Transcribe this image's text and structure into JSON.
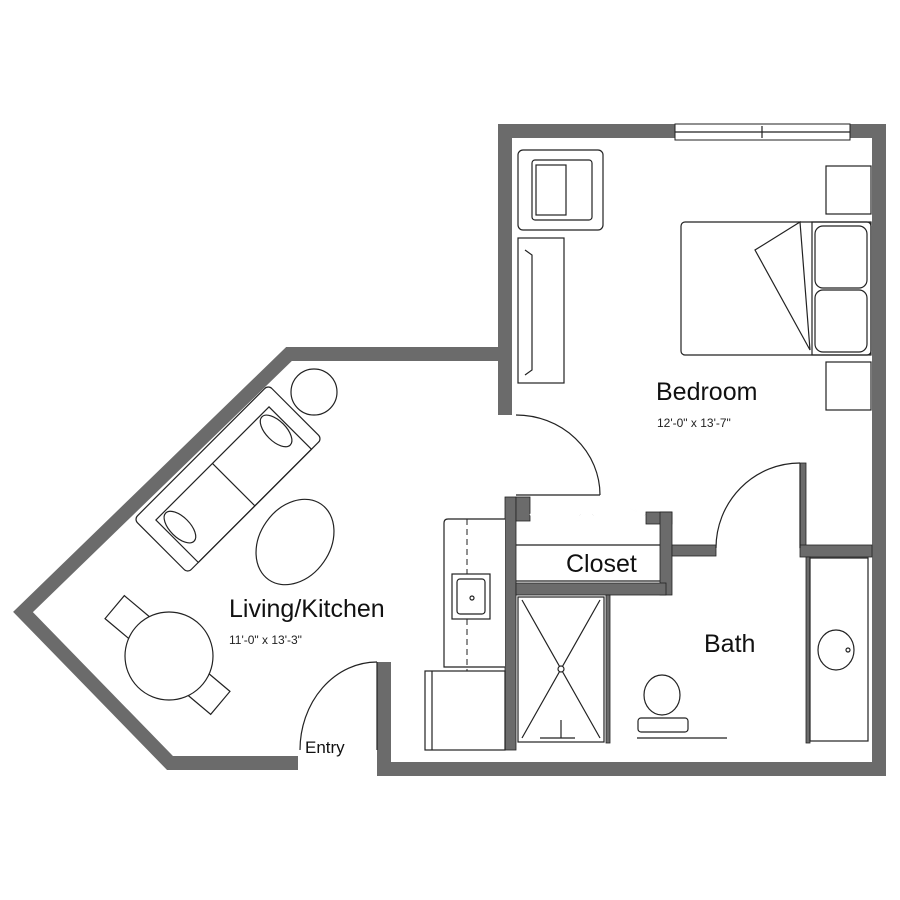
{
  "plan": {
    "rooms": {
      "bedroom": {
        "label": "Bedroom",
        "dimensions": "12'-0\" x 13'-7\""
      },
      "living": {
        "label": "Living/Kitchen",
        "dimensions": "11'-0\" x 13'-3\""
      },
      "closet": {
        "label": "Closet"
      },
      "bath": {
        "label": "Bath"
      },
      "entry": {
        "label": "Entry"
      }
    },
    "colors": {
      "wall": "#6b6b6b",
      "line": "#222222"
    }
  }
}
